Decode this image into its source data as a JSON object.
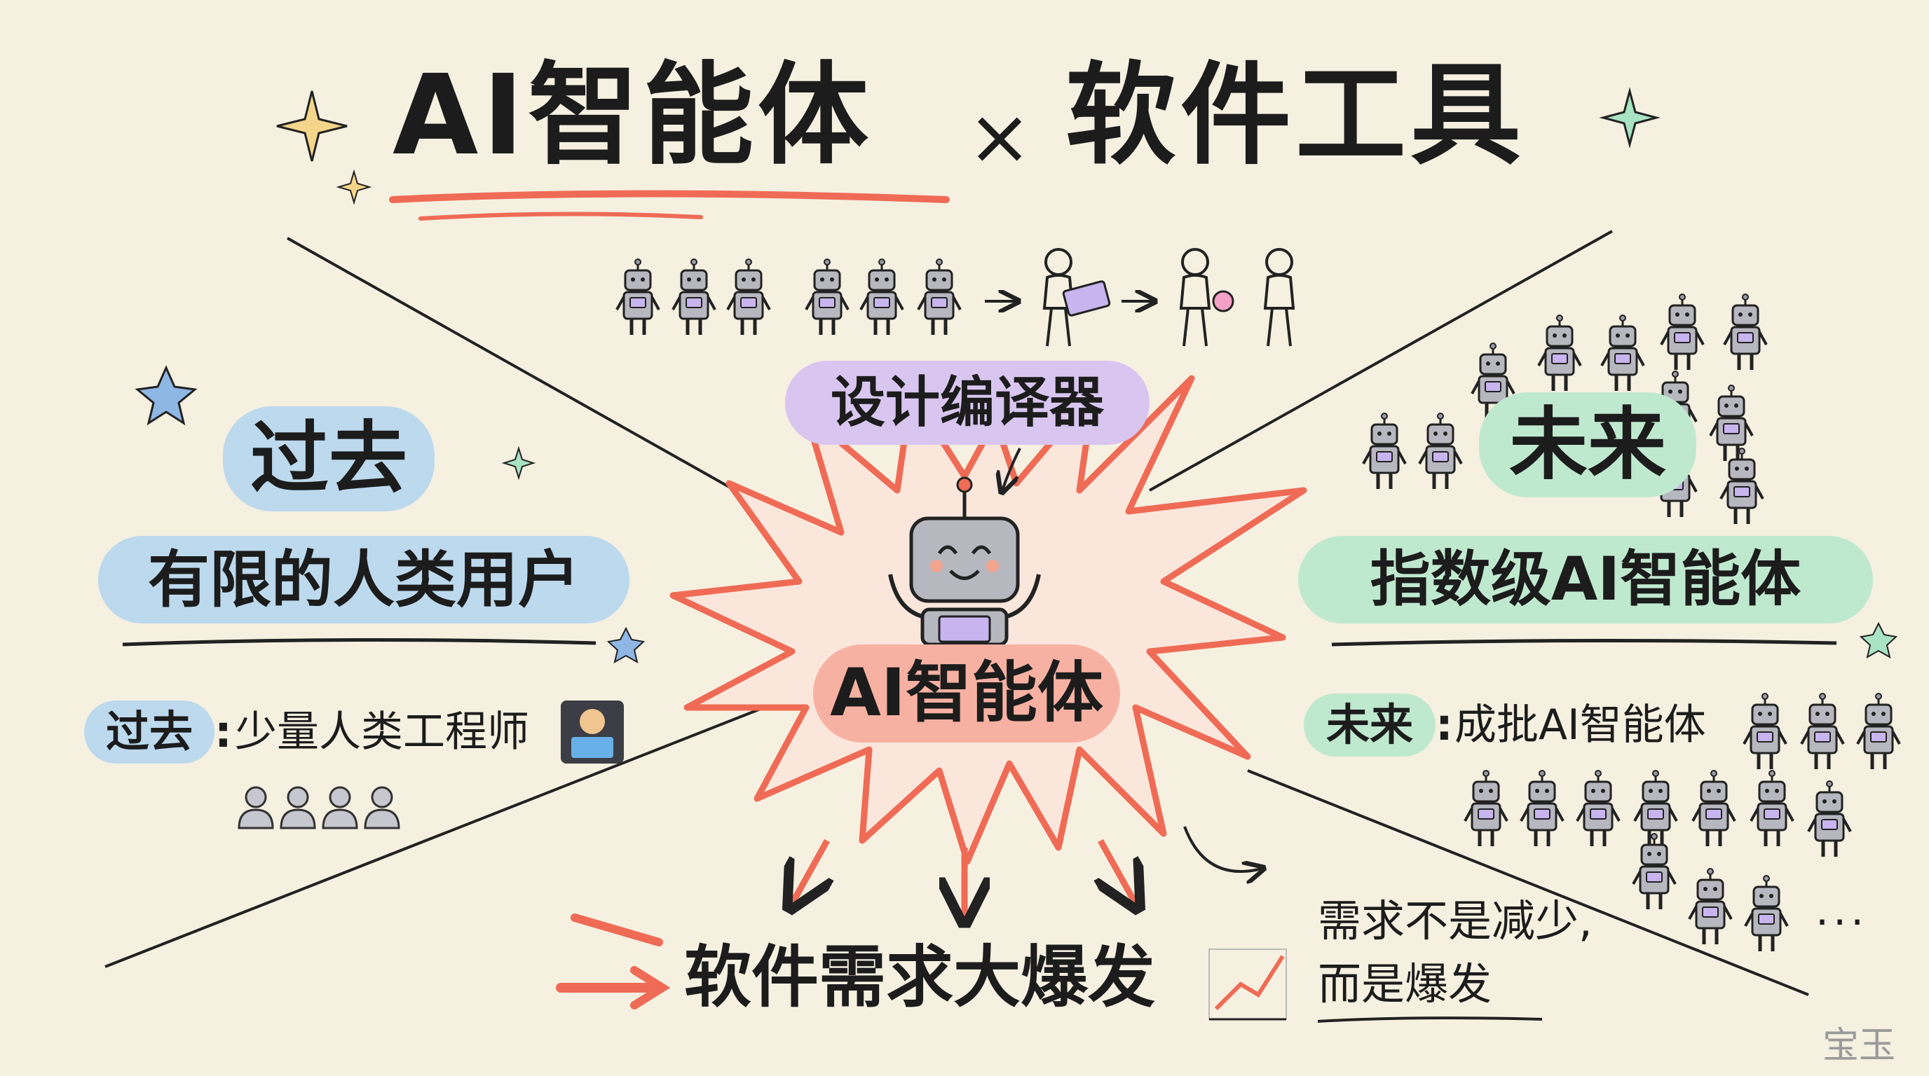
{
  "title": {
    "left": "AI智能体",
    "times": "×",
    "right": "软件工具"
  },
  "past": {
    "heading": "过去",
    "subheading": "有限的人类用户",
    "label": "过去",
    "colon": ":",
    "detail": "少量人类工程师"
  },
  "future": {
    "heading": "未来",
    "subheading": "指数级AI智能体",
    "label": "未来",
    "colon": ":",
    "detail": "成批AI智能体"
  },
  "center": {
    "design": "设计编译器",
    "agent": "AI智能体"
  },
  "bottom": {
    "headline": "软件需求大爆发"
  },
  "note": {
    "line1": "需求不是减少,",
    "line2": "而是爆发"
  },
  "ellipsis": "...",
  "watermark": "宝玉",
  "colors": {
    "background": "#f6f0e1",
    "accent_red": "#ef6b55",
    "robot_body": "#b7b7bf",
    "robot_screen": "#c8b4ee",
    "past_blue": "#bcd9ee",
    "future_green": "#bfe9cf",
    "design_purple": "#d8c6f0"
  },
  "icons": [
    "robot-icon",
    "person-icon",
    "laptop-icon",
    "gear-icon",
    "sparkle-icon",
    "star-icon",
    "arrow-icon",
    "chart-icon",
    "engineer-icon"
  ]
}
